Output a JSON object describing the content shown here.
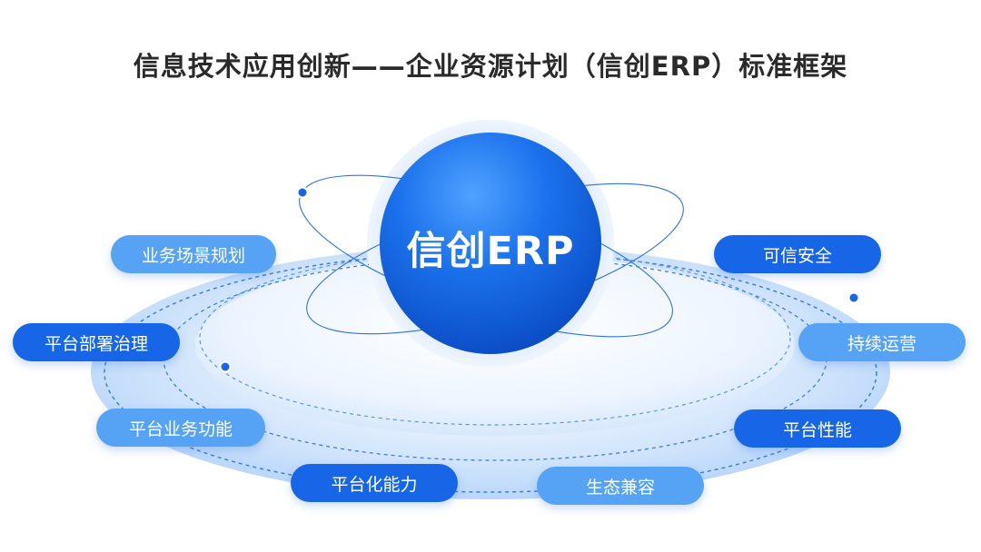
{
  "title": "信息技术应用创新——企业资源计划（信创ERP）标准框架",
  "center": {
    "label": "信创ERP"
  },
  "labels": [
    {
      "id": "business-scenario-planning",
      "text": "业务场景规划",
      "style": "light"
    },
    {
      "id": "platform-deployment-governance",
      "text": "平台部署治理",
      "style": "dark"
    },
    {
      "id": "platform-business-function",
      "text": "平台业务功能",
      "style": "light"
    },
    {
      "id": "platformization-capability",
      "text": "平台化能力",
      "style": "dark"
    },
    {
      "id": "ecosystem-compatibility",
      "text": "生态兼容",
      "style": "light"
    },
    {
      "id": "platform-performance",
      "text": "平台性能",
      "style": "dark"
    },
    {
      "id": "continuous-operation",
      "text": "持续运营",
      "style": "light"
    },
    {
      "id": "trusted-security",
      "text": "可信安全",
      "style": "dark"
    }
  ],
  "colors": {
    "primary": "#1766e8",
    "secondary": "#56a3f5",
    "title": "#2a2a2a"
  }
}
